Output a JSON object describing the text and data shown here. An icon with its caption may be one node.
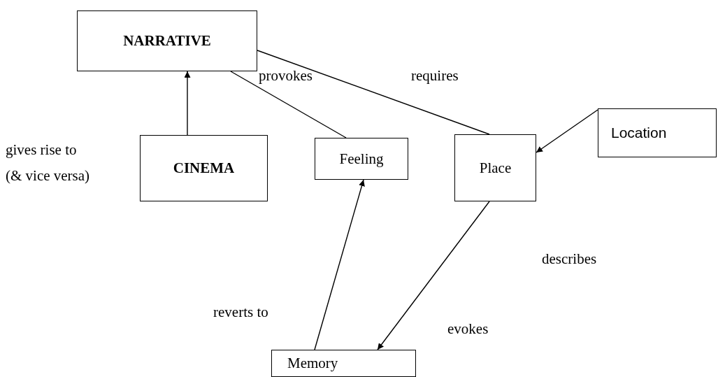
{
  "diagram": {
    "nodes": [
      {
        "text": [
          "NARRATIVE"
        ]
      },
      {
        "text": [
          "CINEMA"
        ]
      },
      {
        "text": [
          "Feeling"
        ]
      },
      {
        "text": [
          "Place"
        ]
      },
      {
        "text": [
          "Location"
        ]
      },
      {
        "text": [
          "Memory"
        ]
      }
    ],
    "edges": [
      {
        "from": 1,
        "to": 0,
        "arrow": "to"
      },
      {
        "from": 0,
        "to": 2,
        "arrow": "none",
        "label": "provokes"
      },
      {
        "from": 0,
        "to": 3,
        "arrow": "none",
        "label": "requires"
      },
      {
        "from": 4,
        "to": 3,
        "arrow": "to"
      },
      {
        "from": 3,
        "to": 5,
        "arrow": "to",
        "label": "evokes"
      },
      {
        "from": 5,
        "to": 2,
        "arrow": "to",
        "label": "reverts to"
      }
    ],
    "labels": [
      "gives rise to",
      "(& vice versa)",
      "describes"
    ]
  }
}
